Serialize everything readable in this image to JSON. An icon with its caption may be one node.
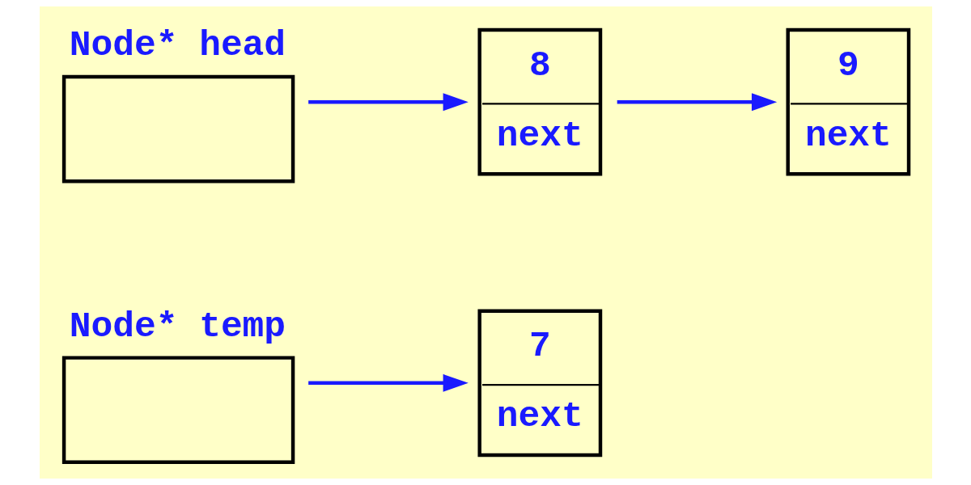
{
  "diagram": {
    "nodes": [
      {
        "text": [
          "Node* head"
        ]
      },
      {
        "text": [
          "8",
          "next"
        ]
      },
      {
        "text": [
          "9",
          "next"
        ]
      },
      {
        "text": [
          "Node* temp"
        ]
      },
      {
        "text": [
          "7",
          "next"
        ]
      }
    ],
    "edges": [
      {
        "from": 0,
        "to": 1,
        "arrow": "to"
      },
      {
        "from": 1,
        "to": 2,
        "arrow": "to"
      },
      {
        "from": 3,
        "to": 4,
        "arrow": "to"
      }
    ]
  }
}
